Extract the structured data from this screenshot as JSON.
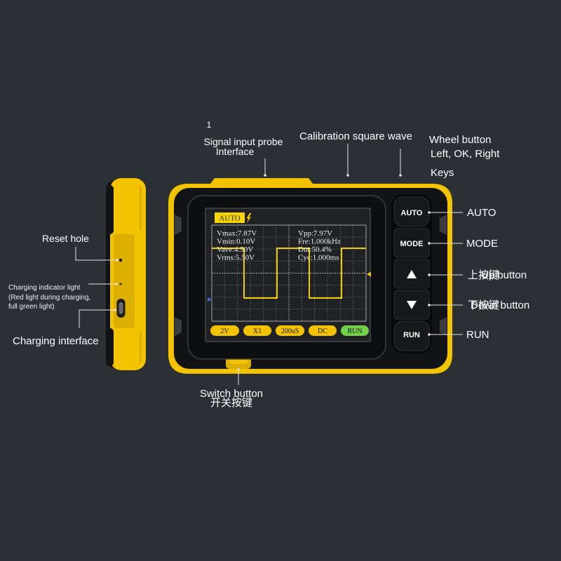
{
  "colors": {
    "background": "#2b3035",
    "accent_yellow": "#f3c300",
    "device_black": "#121314",
    "run_green": "#72d04b",
    "label_text": "#ffffff",
    "waveform_yellow": "#f2cc00",
    "screen_background": "#1f2124"
  },
  "top_callouts": {
    "index_mark": "1",
    "signal_input_line1": "Signal input probe",
    "signal_input_line2": "Interface",
    "calibration": "Calibration square wave",
    "wheel_line1": "Wheel button",
    "wheel_line2": "Left, OK, Right",
    "wheel_line3": "Keys"
  },
  "left_callouts": {
    "reset": "Reset hole",
    "indicator_line1": "Charging indicator light",
    "indicator_line2": "(Red light during charging,",
    "indicator_line3": "full green light)",
    "charging_interface": "Charging interface"
  },
  "bottom_callout": {
    "switch_en": "Switch button",
    "switch_zh": "开关按键"
  },
  "right_callouts": [
    {
      "label": "AUTO"
    },
    {
      "label": "MODE"
    },
    {
      "label": "上按键",
      "overlay": "Up button"
    },
    {
      "label": "下按键",
      "overlay": "Down button"
    },
    {
      "label": "RUN"
    }
  ],
  "device": {
    "buttons": [
      {
        "label": "AUTO"
      },
      {
        "label": "MODE"
      },
      {
        "icon": "up-arrow-icon"
      },
      {
        "icon": "down-arrow-icon"
      },
      {
        "label": "RUN"
      }
    ],
    "screen": {
      "mode_tag": "AUTO",
      "status_icon": "lightning-icon",
      "measurements_left": [
        "Vmax:7.87V",
        "Vmin:0.10V",
        "Vave:4.50V",
        "Vrms:5.50V"
      ],
      "measurements_right": [
        "Vpp:7.97V",
        "Fre:1.000kHz",
        "Dut:50.4%",
        "Cyc:1.000ms"
      ],
      "soft_keys": [
        "2V",
        "X1",
        "200uS",
        "DC",
        "RUN"
      ]
    }
  }
}
